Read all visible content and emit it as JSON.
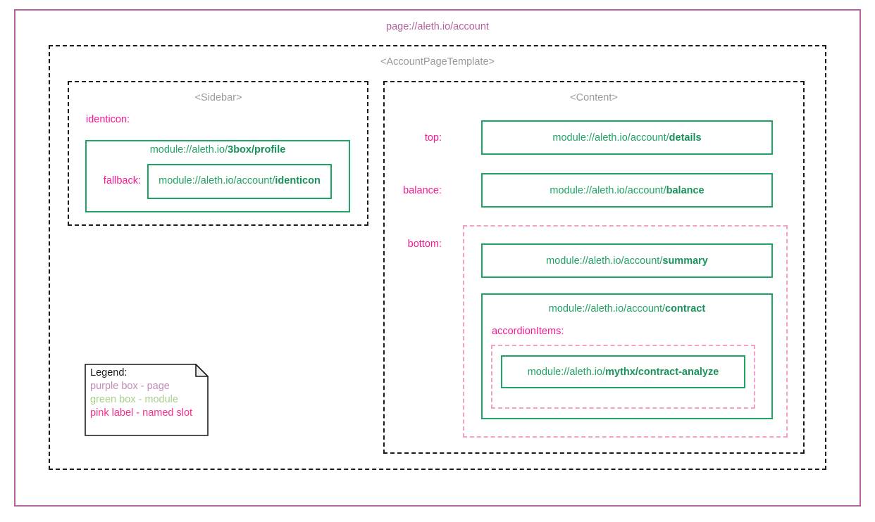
{
  "page": {
    "title": "page://aleth.io/account",
    "color": "#b5639c"
  },
  "template": {
    "title": "<AccountPageTemplate>",
    "color": "#9a9a9a"
  },
  "sidebar": {
    "title": "<Sidebar>",
    "slots": [
      {
        "label": "identicon:"
      },
      {
        "label": "fallback:"
      }
    ],
    "modules": [
      {
        "prefix": "module://aleth.io/",
        "bold": "3box/profile"
      },
      {
        "prefix": "module://aleth.io/account/",
        "bold": "identicon"
      }
    ]
  },
  "content": {
    "title": "<Content>",
    "slots": [
      {
        "label": "top:"
      },
      {
        "label": "balance:"
      },
      {
        "label": "bottom:"
      },
      {
        "label": "accordionItems:"
      }
    ],
    "modules": [
      {
        "prefix": "module://aleth.io/account/",
        "bold": "details"
      },
      {
        "prefix": "module://aleth.io/account/",
        "bold": "balance"
      },
      {
        "prefix": "module://aleth.io/account/",
        "bold": "summary"
      },
      {
        "prefix": "module://aleth.io/account/",
        "bold": "contract"
      },
      {
        "prefix": "module://aleth.io/",
        "bold": "mythx/contract-analyze"
      }
    ]
  },
  "legend": {
    "title": "Legend:",
    "items": [
      {
        "text": "purple box - page",
        "color": "#c48cb8"
      },
      {
        "text": "green box - module",
        "color": "#a8d08d"
      },
      {
        "text": "pink label - named slot",
        "color": "#ff2d8f"
      }
    ]
  },
  "colors": {
    "page_purple": "#b5639c",
    "module_green": "#1fa463",
    "slot_pink": "#f81894",
    "slot_box_pink": "#f5a0c8",
    "template_gray": "#9a9a9a",
    "dashed_black": "#1a1a1a"
  }
}
